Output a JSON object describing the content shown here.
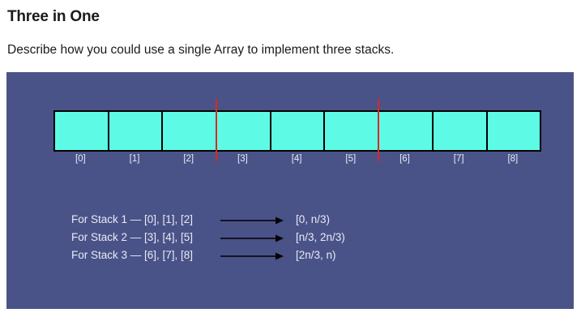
{
  "page": {
    "title": "Three in One",
    "description": "Describe how you could use a single Array to implement three stacks."
  },
  "figure": {
    "indices": [
      "[0]",
      "[1]",
      "[2]",
      "[3]",
      "[4]",
      "[5]",
      "[6]",
      "[7]",
      "[8]"
    ],
    "legend": [
      {
        "label": "For Stack 1 — [0], [1], [2]",
        "range": "[0, n/3)"
      },
      {
        "label": "For Stack 2 — [3], [4], [5]",
        "range": "[n/3, 2n/3)"
      },
      {
        "label": "For Stack 3 — [6], [7], [8]",
        "range": "[2n/3, n)"
      }
    ],
    "colors": {
      "background": "#4a5388",
      "cell": "#5dfbe5",
      "divider": "#e0261f"
    }
  }
}
